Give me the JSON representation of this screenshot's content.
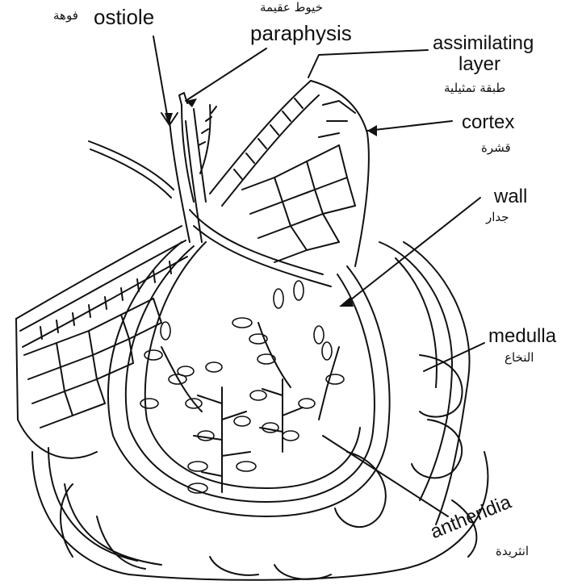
{
  "labels": {
    "ostiole": {
      "en": "ostiole",
      "ar": "فوهة"
    },
    "paraphysis": {
      "en": "paraphysis",
      "ar": "خيوط عقيمة"
    },
    "assimilating_layer": {
      "en_line1": "assimilating",
      "en_line2": "layer",
      "ar": "طبقة تمثيلية"
    },
    "cortex": {
      "en": "cortex",
      "ar": "قشرة"
    },
    "wall": {
      "en": "wall",
      "ar": "جدار"
    },
    "medulla": {
      "en": "medulla",
      "ar": "النخاع"
    },
    "antheridia": {
      "en": "antheridia",
      "ar": "انثريدة"
    }
  },
  "colors": {
    "ink": "#111111",
    "background": "#ffffff"
  }
}
